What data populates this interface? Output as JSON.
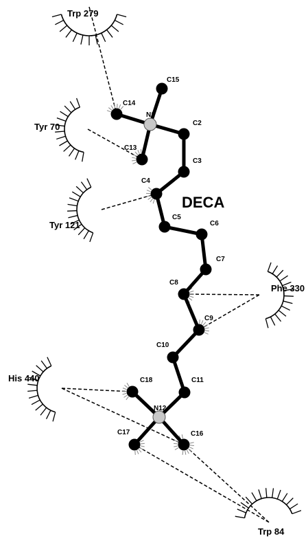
{
  "ligand": {
    "name": "DECA",
    "atoms": [
      {
        "id": "N1",
        "label": "N1",
        "element": "N"
      },
      {
        "id": "C2",
        "label": "C2",
        "element": "C"
      },
      {
        "id": "C3",
        "label": "C3",
        "element": "C"
      },
      {
        "id": "C4",
        "label": "C4",
        "element": "C"
      },
      {
        "id": "C5",
        "label": "C5",
        "element": "C"
      },
      {
        "id": "C6",
        "label": "C6",
        "element": "C"
      },
      {
        "id": "C7",
        "label": "C7",
        "element": "C"
      },
      {
        "id": "C8",
        "label": "C8",
        "element": "C"
      },
      {
        "id": "C9",
        "label": "C9",
        "element": "C"
      },
      {
        "id": "C10",
        "label": "C10",
        "element": "C"
      },
      {
        "id": "C11",
        "label": "C11",
        "element": "C"
      },
      {
        "id": "N12",
        "label": "N12",
        "element": "N"
      },
      {
        "id": "C13",
        "label": "C13",
        "element": "C"
      },
      {
        "id": "C14",
        "label": "C14",
        "element": "C"
      },
      {
        "id": "C15",
        "label": "C15",
        "element": "C"
      },
      {
        "id": "C16",
        "label": "C16",
        "element": "C"
      },
      {
        "id": "C17",
        "label": "C17",
        "element": "C"
      },
      {
        "id": "C18",
        "label": "C18",
        "element": "C"
      }
    ],
    "bonds": [
      [
        "N1",
        "C15"
      ],
      [
        "N1",
        "C14"
      ],
      [
        "N1",
        "C13"
      ],
      [
        "N1",
        "C2"
      ],
      [
        "C2",
        "C3"
      ],
      [
        "C3",
        "C4"
      ],
      [
        "C4",
        "C5"
      ],
      [
        "C5",
        "C6"
      ],
      [
        "C6",
        "C7"
      ],
      [
        "C7",
        "C8"
      ],
      [
        "C8",
        "C9"
      ],
      [
        "C9",
        "C10"
      ],
      [
        "C10",
        "C11"
      ],
      [
        "C11",
        "N12"
      ],
      [
        "N12",
        "C18"
      ],
      [
        "N12",
        "C17"
      ],
      [
        "N12",
        "C16"
      ]
    ]
  },
  "residues": [
    {
      "id": "trp279",
      "label": "Trp 279"
    },
    {
      "id": "tyr70",
      "label": "Tyr 70"
    },
    {
      "id": "tyr121",
      "label": "Tyr 121"
    },
    {
      "id": "phe330",
      "label": "Phe 330"
    },
    {
      "id": "his440",
      "label": "His 440"
    },
    {
      "id": "trp84",
      "label": "Trp 84"
    }
  ],
  "contacts": [
    [
      "trp279",
      "C14"
    ],
    [
      "tyr70",
      "C13"
    ],
    [
      "tyr121",
      "C4"
    ],
    [
      "phe330",
      "C8"
    ],
    [
      "phe330",
      "C9"
    ],
    [
      "his440",
      "C18"
    ],
    [
      "his440",
      "C16"
    ],
    [
      "trp84",
      "C17"
    ],
    [
      "trp84",
      "C16"
    ]
  ],
  "colors": {
    "bond": "#000000",
    "carbon": "#000000",
    "nitrogen": "#c8c8c8"
  }
}
